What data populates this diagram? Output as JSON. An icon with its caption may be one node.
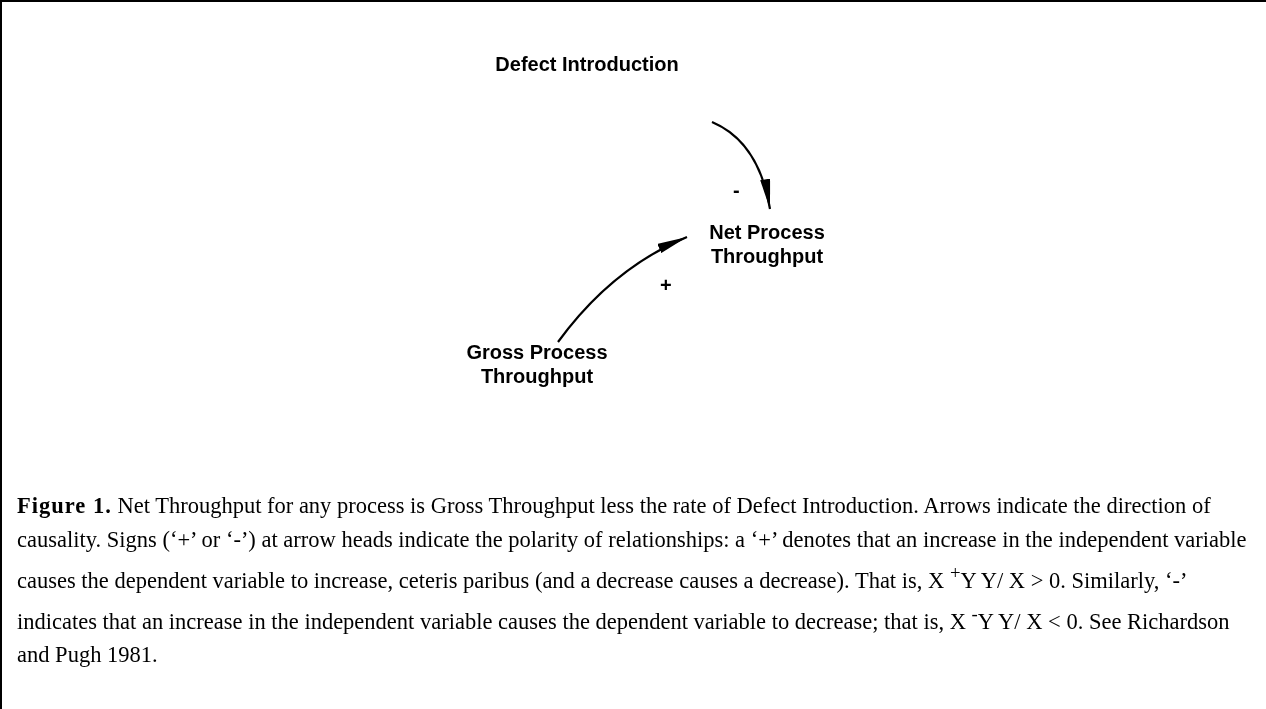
{
  "diagram": {
    "caption": "**Figure 1.** Net Throughput for any process is Gross Throughput less the rate of Defect Introduction. Arrows indicate the direction of causality. Signs (‘+’ or ‘-’) at arrow heads indicate the polarity of relationships: a ‘+’ denotes that an increase in the independent variable causes the dependent variable to increase, ceteris paribus (and a decrease causes a decrease). That is, X $^{+}$Y Y/ X > 0. Similarly, ‘-’ indicates that an increase in the independent variable causes the dependent variable to decrease; that is, X $^{-}$Y Y/ X < 0. See Richardson and Pugh 1981.",
    "nodes": [
      {
        "text": [
          "Defect Introduction"
        ]
      },
      {
        "text": [
          "Net Process Throughput"
        ]
      },
      {
        "text": [
          "Gross Process Throughput"
        ]
      }
    ],
    "edges": [
      {
        "from": 0,
        "to": 1,
        "arrow": "to",
        "label": "-"
      },
      {
        "from": 2,
        "to": 1,
        "arrow": "to",
        "label": "+"
      }
    ]
  }
}
